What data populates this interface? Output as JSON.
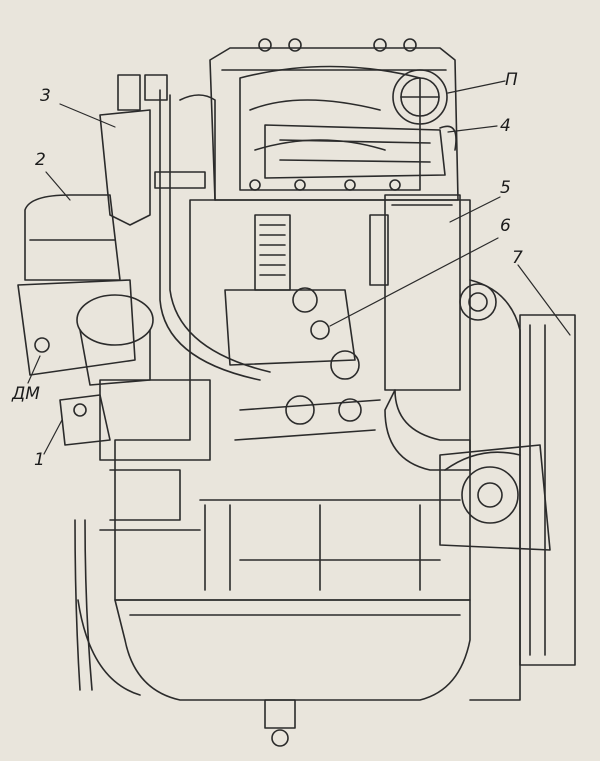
{
  "colors": {
    "paper": "#e9e5dc",
    "ink": "#2b2b2b"
  },
  "callouts": [
    {
      "id": "p",
      "label": "П"
    },
    {
      "id": "c4",
      "label": "4"
    },
    {
      "id": "c5",
      "label": "5"
    },
    {
      "id": "c6",
      "label": "6"
    },
    {
      "id": "c7",
      "label": "7"
    },
    {
      "id": "c3",
      "label": "3"
    },
    {
      "id": "c2",
      "label": "2"
    },
    {
      "id": "dm",
      "label": "ДМ"
    },
    {
      "id": "c1",
      "label": "1"
    }
  ]
}
